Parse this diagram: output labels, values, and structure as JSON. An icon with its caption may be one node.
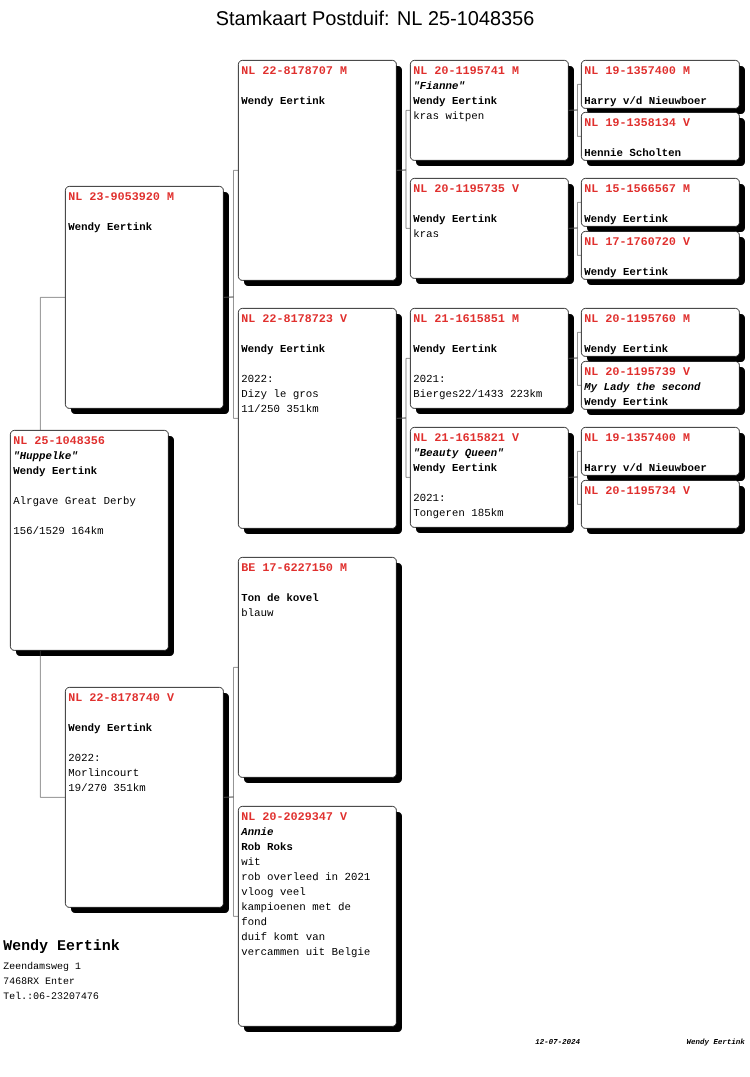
{
  "diagram": {
    "title": "Stamkaart Postduif: NL  25-1048356",
    "nodes": [
      {
        "text": [
          "NL  25-1048356",
          "\"Huppelke\"",
          "Wendy Eertink",
          "Alrgave Great Derby",
          "156/1529 164km"
        ]
      },
      {
        "text": [
          "NL  23-9053920 M",
          "Wendy Eertink"
        ]
      },
      {
        "text": [
          "NL  22-8178740 V",
          "Wendy Eertink",
          "2022:",
          "Morlincourt",
          "19/270 351km"
        ]
      },
      {
        "text": [
          "NL  22-8178707 M",
          "Wendy Eertink"
        ]
      },
      {
        "text": [
          "NL  22-8178723 V",
          "Wendy Eertink",
          "2022:",
          "Dizy le gros",
          "11/250 351km"
        ]
      },
      {
        "text": [
          "BE  17-6227150 M",
          "Ton de kovel",
          "blauw"
        ]
      },
      {
        "text": [
          "NL  20-2029347 V",
          "Annie",
          "Rob Roks",
          "wit",
          "rob overleed in 2021",
          "vloog veel",
          "kampioenen met de",
          "fond",
          "duif komt van",
          "vercammen uit Belgie"
        ]
      },
      {
        "text": [
          "NL  20-1195741 M",
          "\"Fianne\"",
          "Wendy Eertink",
          "kras witpen"
        ]
      },
      {
        "text": [
          "NL  20-1195735 V",
          "Wendy Eertink",
          "kras"
        ]
      },
      {
        "text": [
          "NL  21-1615851 M",
          "Wendy Eertink",
          "2021:",
          "Bierges22/1433 223km"
        ]
      },
      {
        "text": [
          "NL  21-1615821 V",
          "\"Beauty Queen\"",
          "Wendy Eertink",
          "2021:",
          "Tongeren 185km"
        ]
      },
      {
        "text": [
          "NL  19-1357400 M",
          "Harry v/d Nieuwboer"
        ]
      },
      {
        "text": [
          "NL  19-1358134 V",
          "Hennie Scholten"
        ]
      },
      {
        "text": [
          "NL  15-1566567 M",
          "Wendy Eertink"
        ]
      },
      {
        "text": [
          "NL  17-1760720 V",
          "Wendy Eertink"
        ]
      },
      {
        "text": [
          "NL  20-1195760 M",
          "Wendy Eertink"
        ]
      },
      {
        "text": [
          "NL  20-1195739 V",
          "My Lady the second",
          "Wendy Eertink"
        ]
      },
      {
        "text": [
          "NL  19-1357400 M",
          "Harry v/d Nieuwboer"
        ]
      },
      {
        "text": [
          "NL  20-1195734 V"
        ]
      }
    ],
    "edges": [
      {
        "from": 0,
        "to": 1,
        "arrow": "none"
      },
      {
        "from": 0,
        "to": 2,
        "arrow": "none"
      },
      {
        "from": 1,
        "to": 3,
        "arrow": "none"
      },
      {
        "from": 1,
        "to": 4,
        "arrow": "none"
      },
      {
        "from": 2,
        "to": 5,
        "arrow": "none"
      },
      {
        "from": 2,
        "to": 6,
        "arrow": "none"
      },
      {
        "from": 3,
        "to": 7,
        "arrow": "none"
      },
      {
        "from": 3,
        "to": 8,
        "arrow": "none"
      },
      {
        "from": 4,
        "to": 9,
        "arrow": "none"
      },
      {
        "from": 4,
        "to": 10,
        "arrow": "none"
      },
      {
        "from": 7,
        "to": 11,
        "arrow": "none"
      },
      {
        "from": 7,
        "to": 12,
        "arrow": "none"
      },
      {
        "from": 8,
        "to": 13,
        "arrow": "none"
      },
      {
        "from": 8,
        "to": 14,
        "arrow": "none"
      },
      {
        "from": 9,
        "to": 15,
        "arrow": "none"
      },
      {
        "from": 9,
        "to": 16,
        "arrow": "none"
      },
      {
        "from": 10,
        "to": 17,
        "arrow": "none"
      },
      {
        "from": 10,
        "to": 18,
        "arrow": "none"
      }
    ],
    "labels": [
      "Wendy Eertink",
      "Zeendamsweg 1",
      "7468RX  Enter",
      "Tel.:06-23207476",
      "12-07-2024",
      "Wendy Eertink"
    ]
  }
}
